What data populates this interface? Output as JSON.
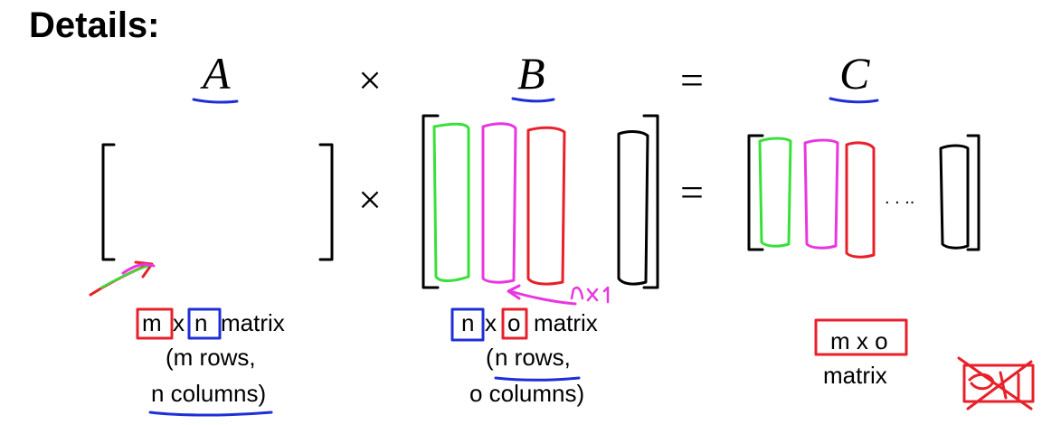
{
  "title": "Details:",
  "equation": {
    "left": "A",
    "times": "×",
    "middle": "B",
    "equals": "=",
    "right": "C"
  },
  "matrix_row": {
    "times": "×",
    "equals": "=",
    "dots": ". . .."
  },
  "labels": {
    "a_dims": {
      "m": "m",
      "x": "x",
      "n": "n",
      "rest": "matrix"
    },
    "a_rows": "(m rows,",
    "a_cols": "n columns)",
    "b_dims": {
      "n": "n",
      "x": "x",
      "o": "o",
      "rest": "matrix"
    },
    "b_rows_pre": "(",
    "b_rows": "n rows,",
    "b_cols": "o columns)",
    "c_dims": "m x o",
    "c_word": "matrix",
    "annotation_nx1": "n×1"
  },
  "colors": {
    "red": "#e8202a",
    "green": "#39e03a",
    "magenta": "#e837e0",
    "blue": "#1f2fd8",
    "black": "#000000"
  }
}
